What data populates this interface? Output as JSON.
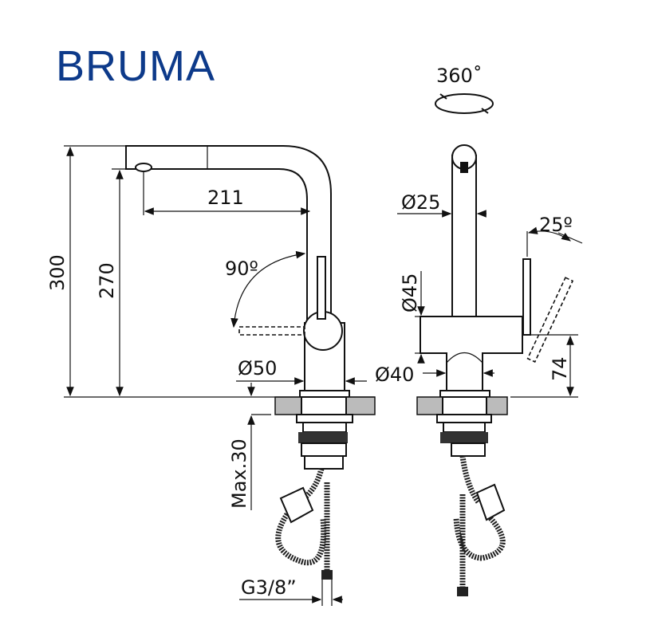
{
  "brand": {
    "name": "BRUMA",
    "color": "#0d3a8a"
  },
  "rotation_label": "360˚",
  "side_view": {
    "reach": "211",
    "total_height": "300",
    "spout_height": "270",
    "lever_angle": "90º",
    "base_diameter": "Ø50",
    "max_counter_thickness": "Max.30",
    "connection": "G3/8”"
  },
  "front_view": {
    "spout_diameter": "Ø25",
    "lever_angle": "25º",
    "body_diameter": "Ø45",
    "base_diameter": "Ø40",
    "body_height": "74"
  }
}
